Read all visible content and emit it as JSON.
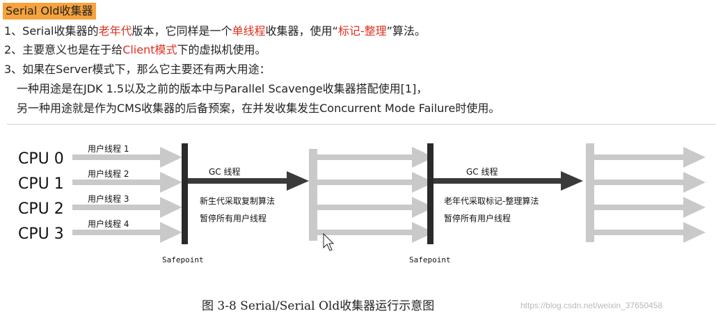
{
  "note": {
    "title": "Serial Old收集器",
    "line1": {
      "prefix": "1、Serial收集器的",
      "hl1": "老年代",
      "mid": "版本，它同样是一个",
      "hl2": "单线程",
      "mid2": "收集器，使用“",
      "hl3": "标记-整理",
      "suffix": "”算法。"
    },
    "line2": {
      "prefix": "2、主要意义也是在于给",
      "hl1": "Client模式",
      "suffix": "下的虚拟机使用。"
    },
    "line3": "3、如果在Server模式下，那么它主要还有两大用途：",
    "line4": "一种用途是在JDK 1.5以及之前的版本中与Parallel Scavenge收集器搭配使用[1]，",
    "line5": "另一种用途就是作为CMS收集器的后备预案，在并发收集发生Concurrent Mode Failure时使用。"
  },
  "figure": {
    "cpus": [
      "CPU 0",
      "CPU 1",
      "CPU 2",
      "CPU 3"
    ],
    "user_threads": [
      "用户线程 1",
      "用户线程 2",
      "用户线程 3",
      "用户线程 4"
    ],
    "gc1": {
      "label": "GC 线程",
      "desc1": "新生代采取复制算法",
      "desc2": "暂停所有用户线程"
    },
    "gc2": {
      "label": "GC 线程",
      "desc1": "老年代采取标记-整理算法",
      "desc2": "暂停所有用户线程"
    },
    "safepoint": "Safepoint",
    "caption": "图    3-8   Serial/Serial Old收集器运行示意图",
    "watermark": "https://blog.csdn.net/weixin_37650458",
    "colors": {
      "thread_arrow": "#c9c9c9",
      "gc_arrow": "#3a3a3a",
      "bar": "#2a2a2a"
    }
  }
}
